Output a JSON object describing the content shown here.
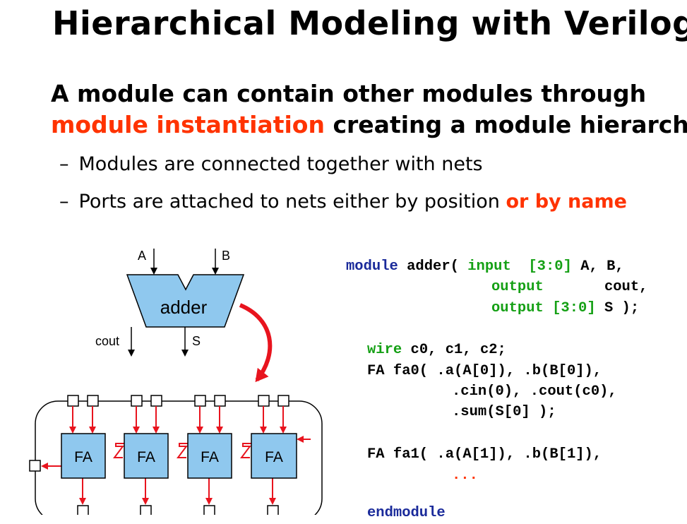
{
  "slide": {
    "title": "Hierarchical Modeling with Verilog",
    "lead_line1": "A module can contain other modules through",
    "lead_highlight": "module instantiation",
    "lead_line2_rest": "creating a module hierarchy",
    "bullets": [
      {
        "dash": "–",
        "text": "Modules are connected together with nets",
        "highlight": ""
      },
      {
        "dash": "–",
        "text": "Ports are attached to nets either by position",
        "highlight": "or by name"
      }
    ]
  },
  "diagram": {
    "adder_label": "adder",
    "input_a": "A",
    "input_b": "B",
    "output_cout": "cout",
    "output_s": "S",
    "fa_labels": [
      "FA",
      "FA",
      "FA",
      "FA"
    ]
  },
  "code": {
    "line1_kw": "module",
    "line1_name": "adder(",
    "line1_dir": "input",
    "line1_range": "[3:0]",
    "line1_ports": "A, B,",
    "line2_dir": "output",
    "line2_ports": "cout,",
    "line3_dir": "output",
    "line3_range": "[3:0]",
    "line3_ports": "S );",
    "line4_kw": "wire",
    "line4_rest": "c0, c1, c2;",
    "line5": "FA fa0( .a(A[0]), .b(B[0]),",
    "line6": ".cin(0), .cout(c0),",
    "line7": ".sum(S[0] );",
    "line8": "FA fa1( .a(A[1]), .b(B[1]),",
    "line9": "...",
    "line10_kw": "endmodule"
  },
  "colors": {
    "accent_red": "#ff3300",
    "keyword_blue": "#1a2a9a",
    "keyword_green": "#15a015",
    "fa_fill": "#8fc8ee"
  }
}
